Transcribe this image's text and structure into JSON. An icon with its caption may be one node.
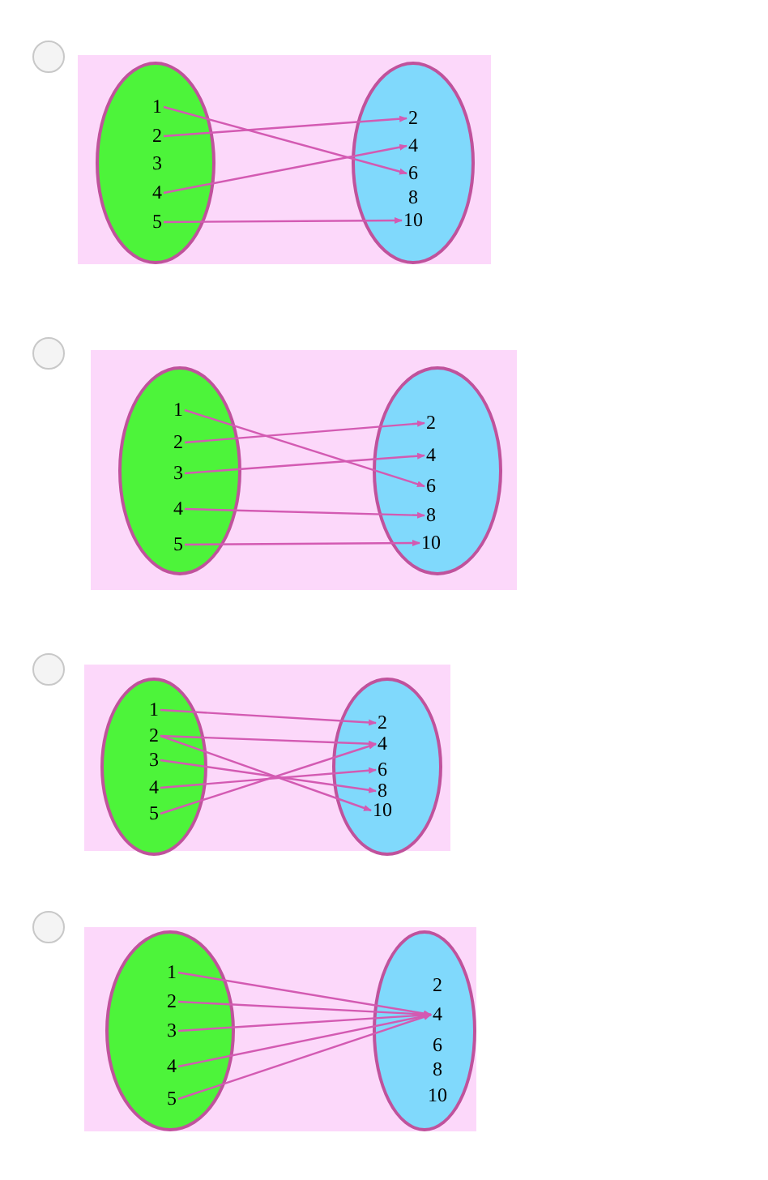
{
  "diagram": {
    "nodes": [
      {
        "text": [],
        "shape": "box"
      },
      {
        "text": [],
        "shape": "ellipse",
        "in": 0
      },
      {
        "text": [
          "1"
        ],
        "in": 1
      },
      {
        "text": [
          "2"
        ],
        "in": 1
      },
      {
        "text": [
          "3"
        ],
        "in": 1
      },
      {
        "text": [
          "4"
        ],
        "in": 1
      },
      {
        "text": [
          "5"
        ],
        "in": 1
      },
      {
        "text": [],
        "shape": "ellipse",
        "in": 0
      },
      {
        "text": [
          "2"
        ],
        "in": 7
      },
      {
        "text": [
          "4"
        ],
        "in": 7
      },
      {
        "text": [
          "6"
        ],
        "in": 7
      },
      {
        "text": [
          "8"
        ],
        "in": 7
      },
      {
        "text": [
          "10"
        ],
        "in": 7
      },
      {
        "text": [],
        "shape": "box"
      },
      {
        "text": [],
        "shape": "ellipse",
        "in": 13
      },
      {
        "text": [
          "1"
        ],
        "in": 14
      },
      {
        "text": [
          "2"
        ],
        "in": 14
      },
      {
        "text": [
          "3"
        ],
        "in": 14
      },
      {
        "text": [
          "4"
        ],
        "in": 14
      },
      {
        "text": [
          "5"
        ],
        "in": 14
      },
      {
        "text": [],
        "shape": "ellipse",
        "in": 13
      },
      {
        "text": [
          "2"
        ],
        "in": 20
      },
      {
        "text": [
          "4"
        ],
        "in": 20
      },
      {
        "text": [
          "6"
        ],
        "in": 20
      },
      {
        "text": [
          "8"
        ],
        "in": 20
      },
      {
        "text": [
          "10"
        ],
        "in": 20
      },
      {
        "text": [],
        "shape": "box"
      },
      {
        "text": [],
        "shape": "ellipse",
        "in": 26
      },
      {
        "text": [
          "1"
        ],
        "in": 27
      },
      {
        "text": [
          "2"
        ],
        "in": 27
      },
      {
        "text": [
          "3"
        ],
        "in": 27
      },
      {
        "text": [
          "4"
        ],
        "in": 27
      },
      {
        "text": [
          "5"
        ],
        "in": 27
      },
      {
        "text": [],
        "shape": "ellipse",
        "in": 26
      },
      {
        "text": [
          "2"
        ],
        "in": 33
      },
      {
        "text": [
          "4"
        ],
        "in": 33
      },
      {
        "text": [
          "6"
        ],
        "in": 33
      },
      {
        "text": [
          "8"
        ],
        "in": 33
      },
      {
        "text": [
          "10"
        ],
        "in": 33
      },
      {
        "text": [],
        "shape": "box"
      },
      {
        "text": [],
        "shape": "ellipse",
        "in": 39
      },
      {
        "text": [
          "1"
        ],
        "in": 40
      },
      {
        "text": [
          "2"
        ],
        "in": 40
      },
      {
        "text": [
          "3"
        ],
        "in": 40
      },
      {
        "text": [
          "4"
        ],
        "in": 40
      },
      {
        "text": [
          "5"
        ],
        "in": 40
      },
      {
        "text": [],
        "shape": "ellipse",
        "in": 39
      },
      {
        "text": [
          "2"
        ],
        "in": 46
      },
      {
        "text": [
          "4"
        ],
        "in": 46
      },
      {
        "text": [
          "6"
        ],
        "in": 46
      },
      {
        "text": [
          "8"
        ],
        "in": 46
      },
      {
        "text": [
          "10"
        ],
        "in": 46
      }
    ],
    "edges": [
      {
        "from": 2,
        "to": 10,
        "arrow": "to"
      },
      {
        "from": 3,
        "to": 8,
        "arrow": "to"
      },
      {
        "from": 5,
        "to": 9,
        "arrow": "to"
      },
      {
        "from": 6,
        "to": 12,
        "arrow": "to"
      },
      {
        "from": 15,
        "to": 23,
        "arrow": "to"
      },
      {
        "from": 16,
        "to": 21,
        "arrow": "to"
      },
      {
        "from": 17,
        "to": 22,
        "arrow": "to"
      },
      {
        "from": 18,
        "to": 24,
        "arrow": "to"
      },
      {
        "from": 19,
        "to": 25,
        "arrow": "to"
      },
      {
        "from": 28,
        "to": 34,
        "arrow": "to"
      },
      {
        "from": 29,
        "to": 35,
        "arrow": "to"
      },
      {
        "from": 29,
        "to": 38,
        "arrow": "to"
      },
      {
        "from": 30,
        "to": 37,
        "arrow": "to"
      },
      {
        "from": 31,
        "to": 36,
        "arrow": "to"
      },
      {
        "from": 32,
        "to": 35,
        "arrow": "to"
      },
      {
        "from": 41,
        "to": 48,
        "arrow": "to"
      },
      {
        "from": 42,
        "to": 48,
        "arrow": "to"
      },
      {
        "from": 43,
        "to": 48,
        "arrow": "to"
      },
      {
        "from": 44,
        "to": 48,
        "arrow": "to"
      },
      {
        "from": 45,
        "to": 48,
        "arrow": "to"
      }
    ]
  }
}
